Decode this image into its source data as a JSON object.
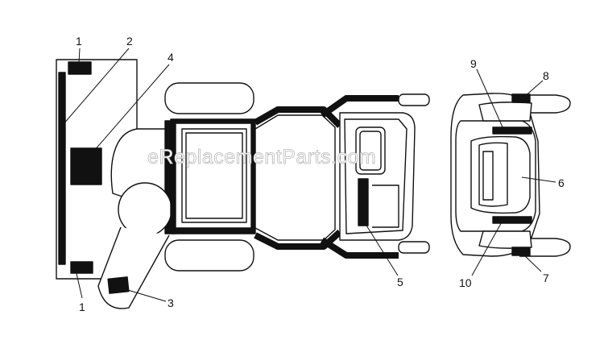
{
  "watermark": "eReplacementParts.com",
  "callouts": [
    {
      "id": "c1a",
      "label": "1"
    },
    {
      "id": "c2",
      "label": "2"
    },
    {
      "id": "c4",
      "label": "4"
    },
    {
      "id": "c1b",
      "label": "1"
    },
    {
      "id": "c3",
      "label": "3"
    },
    {
      "id": "c5",
      "label": "5"
    },
    {
      "id": "c9",
      "label": "9"
    },
    {
      "id": "c8",
      "label": "8"
    },
    {
      "id": "c6",
      "label": "6"
    },
    {
      "id": "c10",
      "label": "10"
    },
    {
      "id": "c7",
      "label": "7"
    }
  ],
  "colors": {
    "line": "#111111",
    "decal": "#111111",
    "background": "#ffffff"
  }
}
